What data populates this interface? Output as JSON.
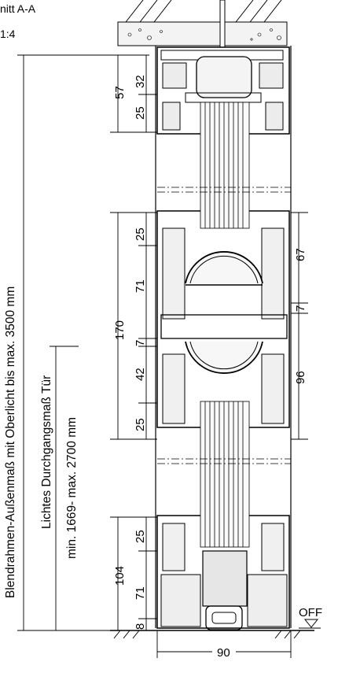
{
  "header": {
    "section_title": "nitt A-A",
    "scale": "1:4"
  },
  "labels": {
    "overall_height": "Blendrahmen-Außenmaß mit Oberlicht  bis max. 3500 mm",
    "clear_passage_line1": "Lichtes Durchgangsmaß Tür",
    "clear_passage_line2": "min. 1669- max. 2700 mm",
    "floor_marker": "OFF"
  },
  "dimensions": {
    "top_57": "57",
    "top_32": "32",
    "top_25": "25",
    "mid_25": "25",
    "mid_71": "71",
    "mid_170": "170",
    "mid_7": "7",
    "mid_42": "42",
    "mid_25b": "25",
    "right_67": "67",
    "right_7": "7",
    "right_96": "96",
    "bot_25": "25",
    "bot_104": "104",
    "bot_71": "71",
    "bot_8": "8",
    "width_90": "90"
  },
  "colors": {
    "line": "#000000",
    "concrete_fill": "#f2f2f2",
    "background": "#ffffff"
  }
}
